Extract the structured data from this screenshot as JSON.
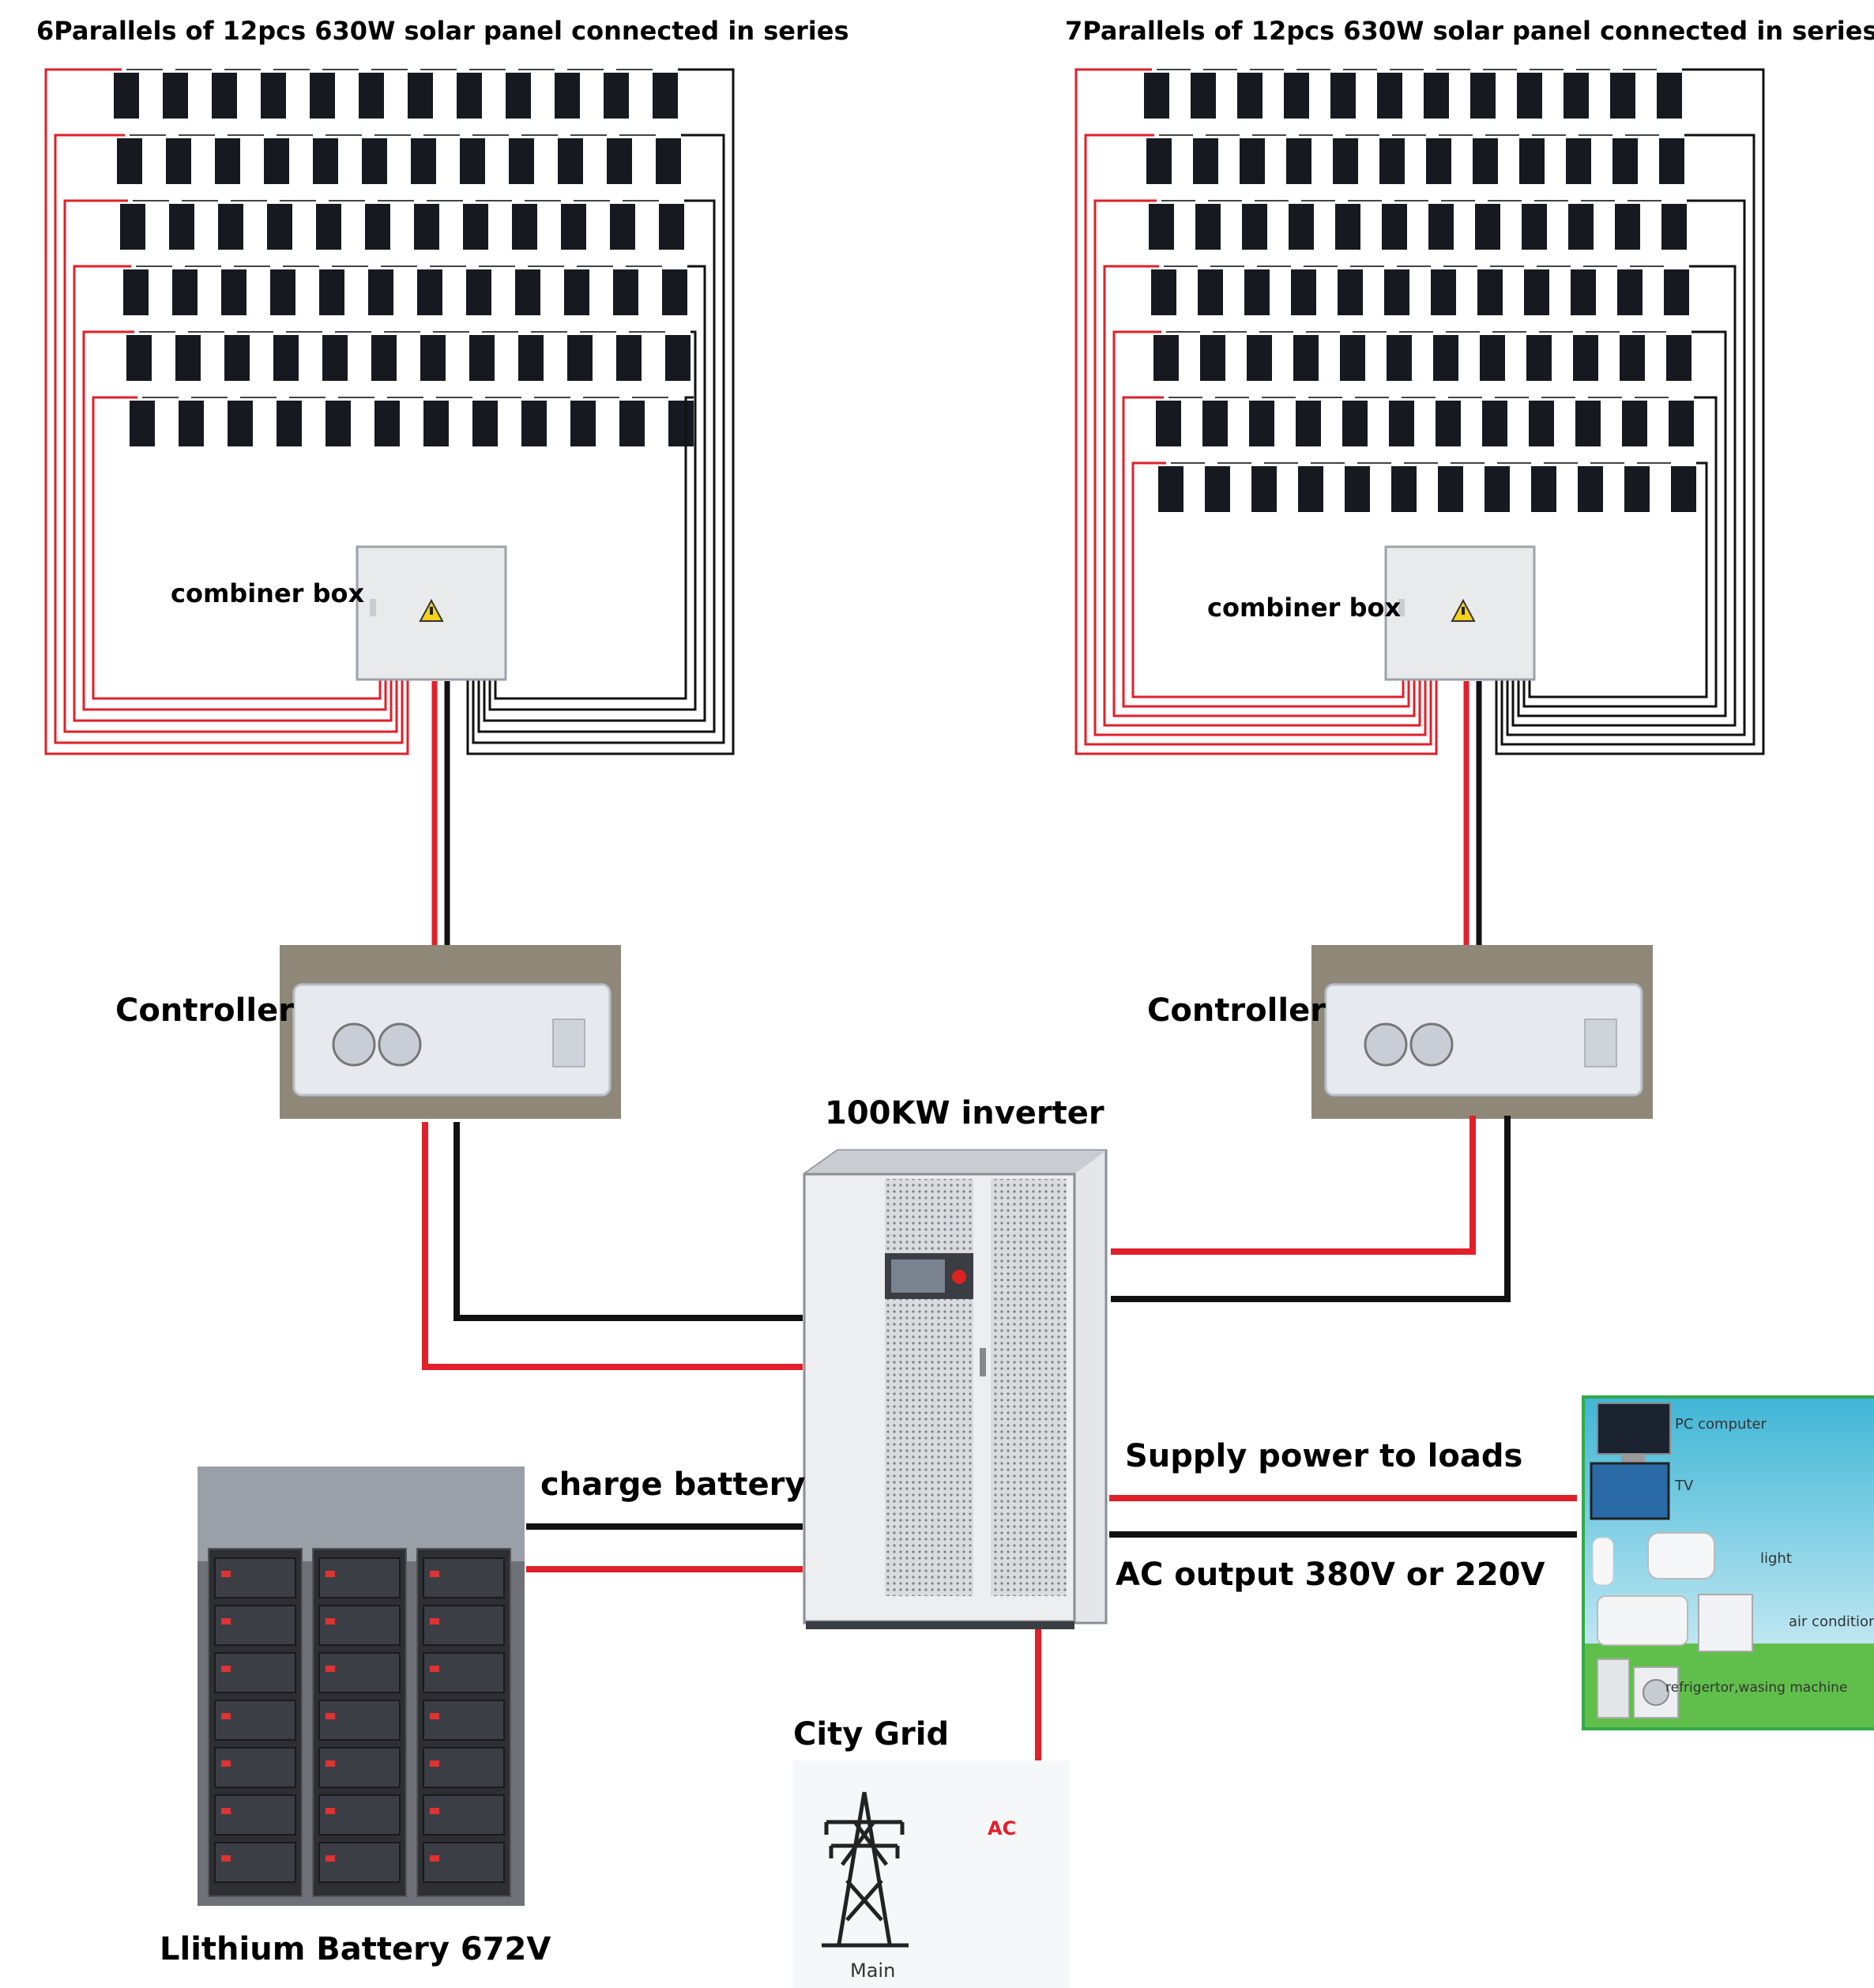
{
  "arrays": [
    {
      "title": "6Parallels of 12pcs 630W solar panel connected in series",
      "rows": 6,
      "cols": 12
    },
    {
      "title": "7Parallels of 12pcs 630W solar panel connected in series",
      "rows": 7,
      "cols": 12
    }
  ],
  "labels": {
    "combiner_left": "combiner box",
    "combiner_right": "combiner box",
    "controller_left": "Controller",
    "controller_right": "Controller",
    "inverter": "100KW inverter",
    "charge_battery": "charge battery",
    "supply_loads": "Supply power to loads",
    "ac_output": "AC output 380V or 220V",
    "battery": "Llithium Battery 672V",
    "city_grid": "City Grid",
    "grid_ac": "AC",
    "grid_main": "Main"
  },
  "loads": [
    "PC computer",
    "TV",
    "light",
    "air condition",
    "refrigertor,wasing machine"
  ],
  "colors": {
    "positive": "#e0202a",
    "negative": "#111111",
    "panel": "#161a20",
    "loads_border": "#35a84a"
  }
}
